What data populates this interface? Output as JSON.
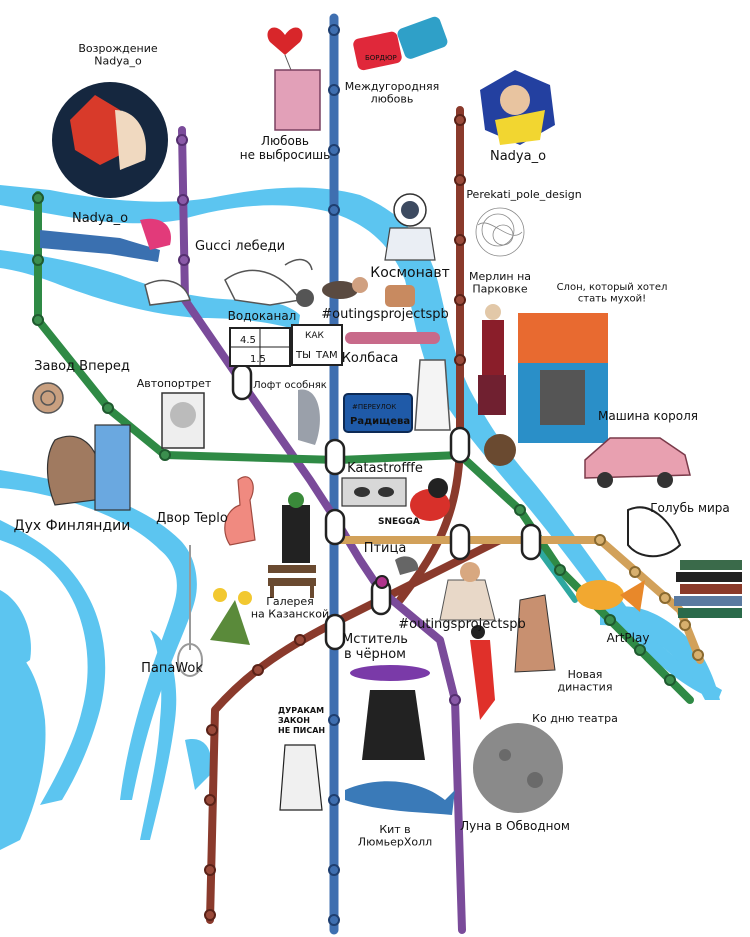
{
  "colors": {
    "water": "#5cc5f0",
    "line_blue": "#3f6fb0",
    "line_green": "#2f8a45",
    "line_red": "#8a3a2c",
    "line_purple": "#7a4b9a",
    "line_orange": "#d2a15a",
    "line_teal": "#2ea8a0"
  },
  "labels": {
    "vozrozhdenie": "Возрождение\nNadya_o",
    "lyubov": "Любовь\nне выбросишь",
    "mezhdugorod": "Междугородняя\nлюбовь",
    "nadya_top": "Nadya_o",
    "nadya_left": "Nadya_o",
    "gucci": "Gucci лебеди",
    "kosmonavt": "Космонавт",
    "perekati": "Perekati_pole_design",
    "merlin": "Мерлин на\nПарковке",
    "slon": "Слон, который хотел\nстать мухой!",
    "vodokanal": "Водоканал",
    "outings1": "#outingsprojectspb",
    "kolbasa": "Колбаса",
    "zavod": "Завод Вперед",
    "avtoportret": "Автопортрет",
    "loft": "Лофт особняк",
    "radishcheva": "Радищева",
    "pereulok": "#ПЕРЕУЛОК",
    "mashina": "Машина короля",
    "katastroffe": "Katastrofffe",
    "dukh": "Дух Финляндии",
    "dvor": "Двор Teplo",
    "golub": "Голубь мира",
    "ptitsa": "Птица",
    "galereya": "Галерея\nна Казанской",
    "outings2": "#outingsprojectspb",
    "artplay": "ArtPlay",
    "papawok": "ПапаWok",
    "mstitel": "Мститель\nв чёрном",
    "novaya": "Новая\nдинастия",
    "ko_dnyu": "Ко дню театра",
    "kit": "Кит в\nЛюмьерХолл",
    "luna": "Луна в Обводном",
    "sign_num1": "4.5",
    "sign_num2": "1.5",
    "sign_kak": "КАК",
    "sign_ty": "ТЫ",
    "sign_tam": "ТАМ",
    "durakam": "ДУРАКАМ\nЗАКОН\nНЕ ПИСАН",
    "bordeaux": "БОРДЮР",
    "snegga": "SNEGGA"
  }
}
